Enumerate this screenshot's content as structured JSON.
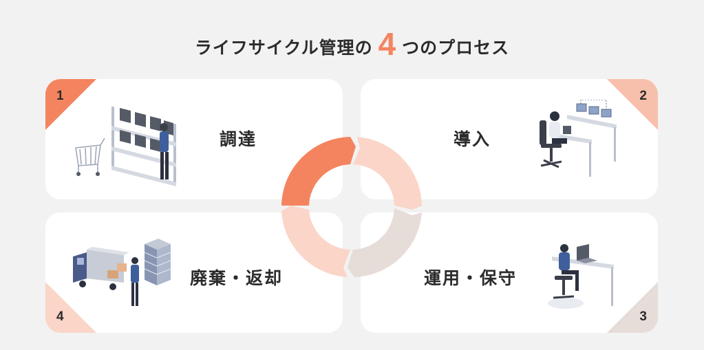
{
  "title": {
    "prefix": "ライフサイクル管理の",
    "number": "4",
    "suffix": "つのプロセス"
  },
  "colors": {
    "step1": "#f4845f",
    "step2": "#f7c0ad",
    "step3": "#e6dcd8",
    "step4": "#fad5c8",
    "background": "#f2f2f2",
    "card": "#ffffff"
  },
  "steps": [
    {
      "number": "1",
      "label": "調達",
      "illustration": "procurement-icon"
    },
    {
      "number": "2",
      "label": "導入",
      "illustration": "deployment-icon"
    },
    {
      "number": "3",
      "label": "運用・保守",
      "illustration": "maintenance-icon"
    },
    {
      "number": "4",
      "label": "廃棄・返却",
      "illustration": "disposal-icon"
    }
  ]
}
